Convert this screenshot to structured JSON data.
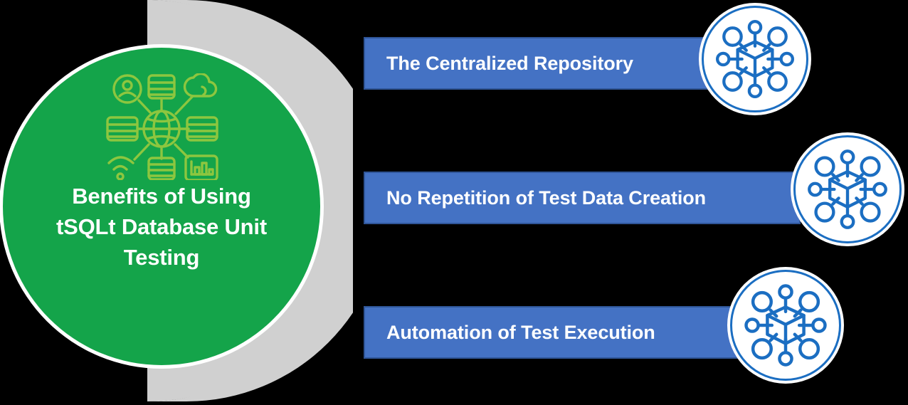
{
  "theme": {
    "background": "#000000",
    "hub_green": "#14A44A",
    "hub_icon_green": "#8DC63F",
    "arc_gray": "#D0D0D0",
    "bar_blue": "#4472C4",
    "bar_border_blue": "#2F5597",
    "node_blue": "#1B6EC2",
    "text_white": "#FFFFFF"
  },
  "hub": {
    "title": "Benefits of Using tSQLt Database Unit Testing",
    "title_lines": [
      "Benefits of Using",
      "tSQLt Database Unit",
      "Testing"
    ],
    "icon_name": "network-globe-database-icon"
  },
  "benefits": [
    {
      "id": "centralized-repository",
      "label": "The Centralized Repository",
      "icon_name": "cube-network-icon"
    },
    {
      "id": "no-repetition-test-data",
      "label": "No Repetition of Test Data Creation",
      "icon_name": "cube-network-icon"
    },
    {
      "id": "automation-test-execution",
      "label": "Automation of Test Execution",
      "icon_name": "cube-network-icon"
    }
  ]
}
